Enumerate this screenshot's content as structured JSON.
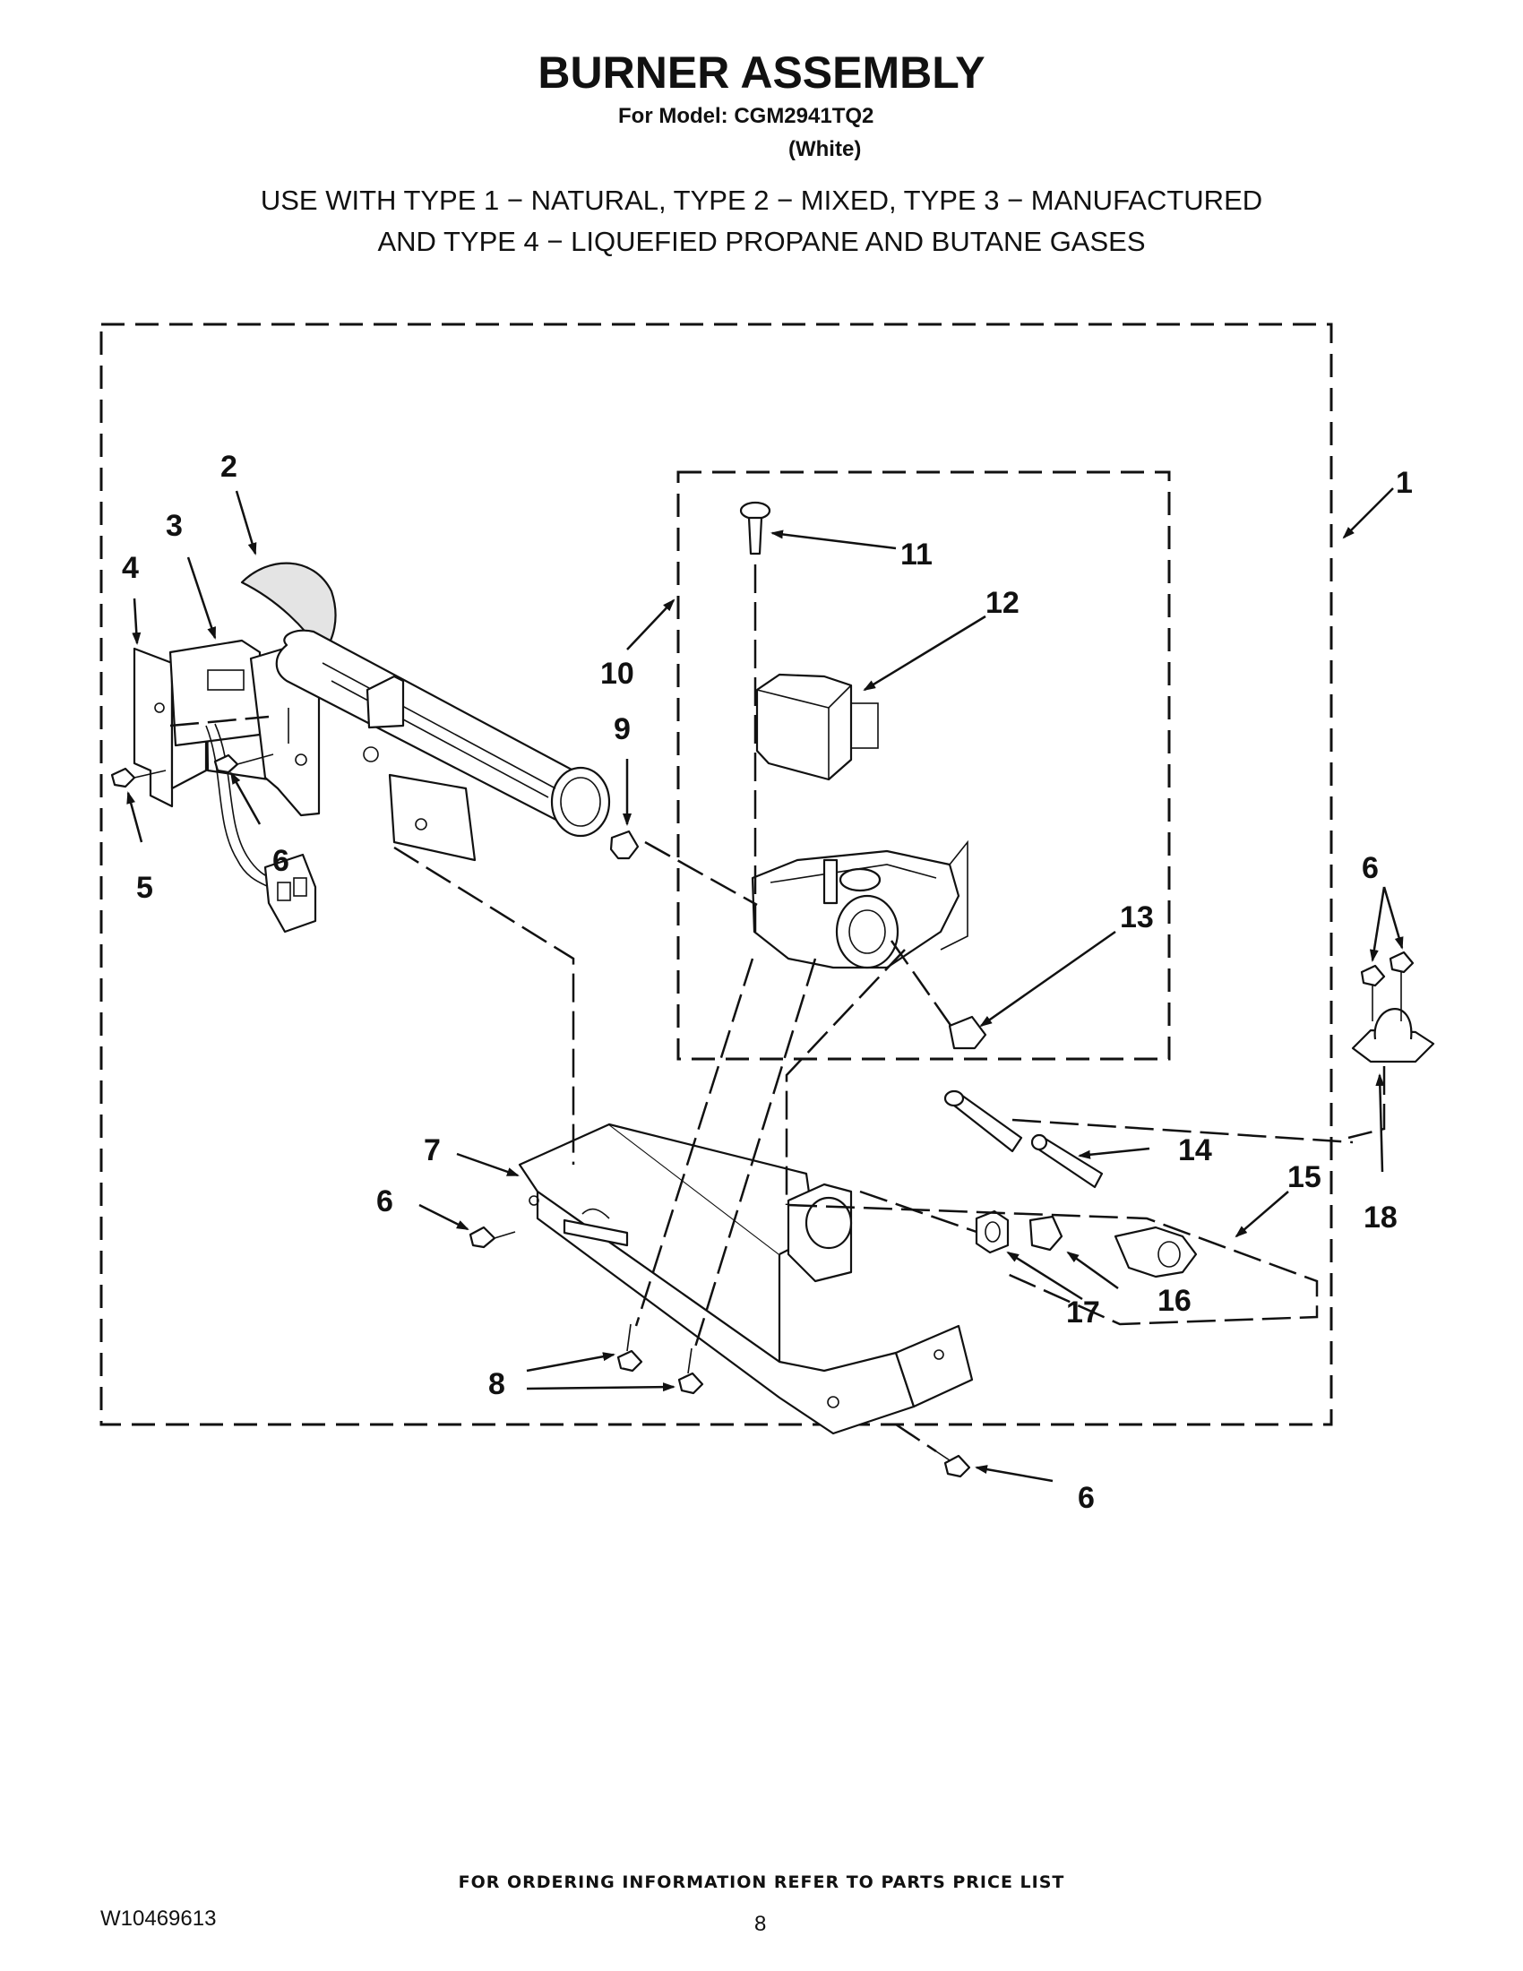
{
  "header": {
    "title": "BURNER ASSEMBLY",
    "model_line": "For Model: CGM2941TQ2",
    "color_line": "(White)",
    "usage_line1": "USE WITH TYPE 1 − NATURAL, TYPE 2 − MIXED, TYPE 3 − MANUFACTURED",
    "usage_line2": "AND TYPE 4 − LIQUEFIED PROPANE AND BUTANE GASES"
  },
  "callouts": {
    "c1": "1",
    "c2": "2",
    "c3": "3",
    "c4": "4",
    "c5": "5",
    "c6a": "6",
    "c6b": "6",
    "c6c": "6",
    "c6d": "6",
    "c7": "7",
    "c8": "8",
    "c9": "9",
    "c10": "10",
    "c11": "11",
    "c12": "12",
    "c13": "13",
    "c14": "14",
    "c15": "15",
    "c16": "16",
    "c17": "17",
    "c18": "18"
  },
  "footer": {
    "ordering_note": "FOR ORDERING INFORMATION REFER TO PARTS PRICE LIST",
    "doc_number": "W10469613",
    "page_number": "8"
  }
}
